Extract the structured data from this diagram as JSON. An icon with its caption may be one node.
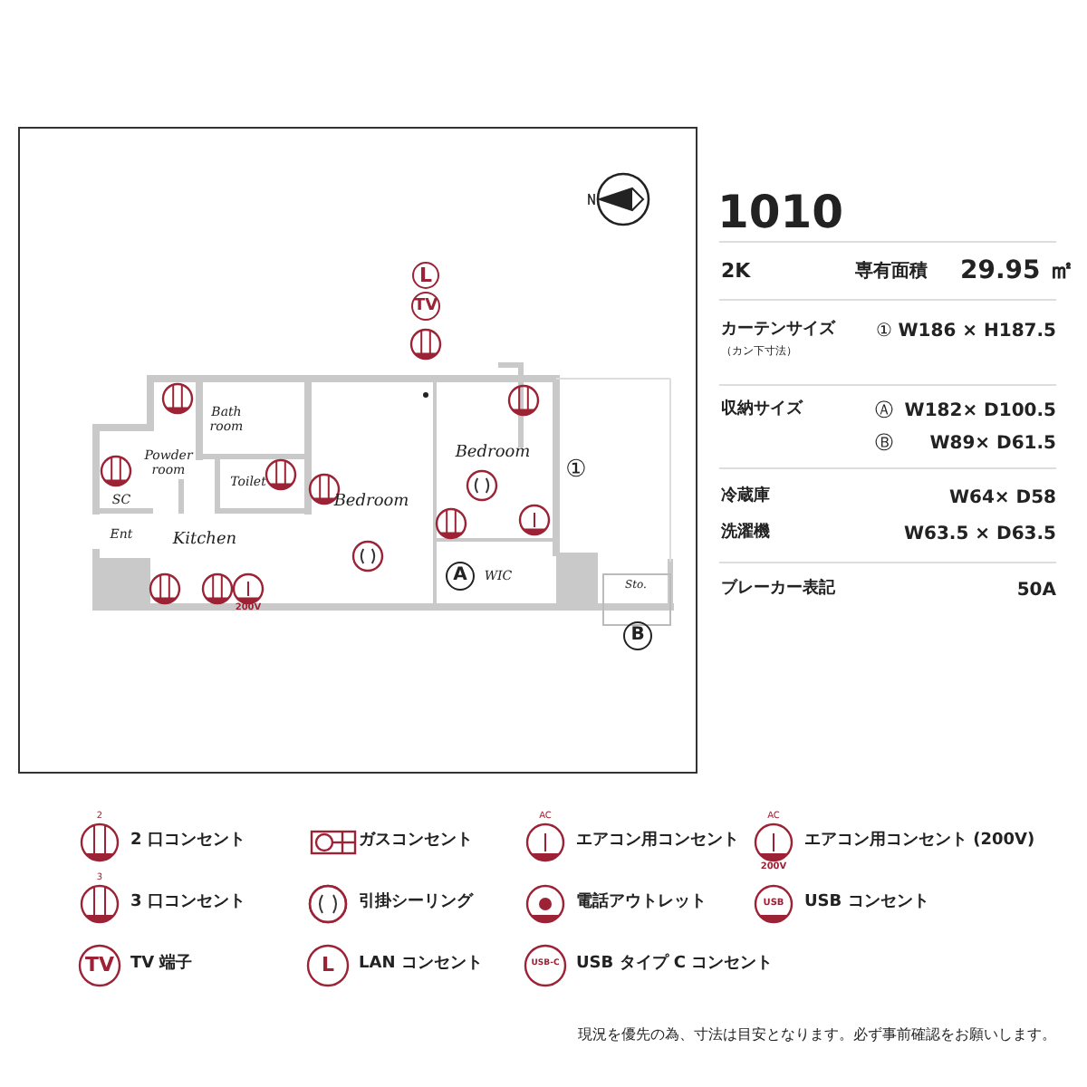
{
  "diagram": {
    "labels": [
      "L",
      "TV",
      "Bath room",
      "Powder room",
      "Toilet",
      "SC",
      "Bedroom",
      "Bedroom",
      "①",
      "Ent",
      "Kitchen",
      "A",
      "WIC",
      "Sto.",
      "B",
      "200V",
      "1010",
      "2K",
      "専有面積",
      "29.95 ㎡",
      "カーテンサイズ",
      "（カン下寸法）",
      "①",
      "W186 × H187.5",
      "収納サイズ",
      "Ⓐ",
      "W182× D100.5",
      "Ⓑ",
      "W89× D61.5",
      "冷蔵庫",
      "W64× D58",
      "洗濯機",
      "W63.5 × D63.5",
      "ブレーカー表記",
      "50A",
      "2",
      "AC",
      "AC",
      "200V",
      "3",
      "USB",
      "TV",
      "L",
      "USB-C",
      "現況を優先の為、寸法は目安となります。必ず事前確認をお願いします。"
    ],
    "legend": [
      {
        "text": "2 口コンセント"
      },
      {
        "text": "ガスコンセント"
      },
      {
        "text": "エアコン用コンセント"
      },
      {
        "text": "エアコン用コンセント (200V)"
      },
      {
        "text": "3 口コンセント"
      },
      {
        "text": "引掛シーリング"
      },
      {
        "text": "電話アウトレット"
      },
      {
        "text": "USB コンセント"
      },
      {
        "text": "TV 端子"
      },
      {
        "text": "LAN コンセント"
      },
      {
        "text": "USB タイプ C コンセント"
      }
    ]
  }
}
